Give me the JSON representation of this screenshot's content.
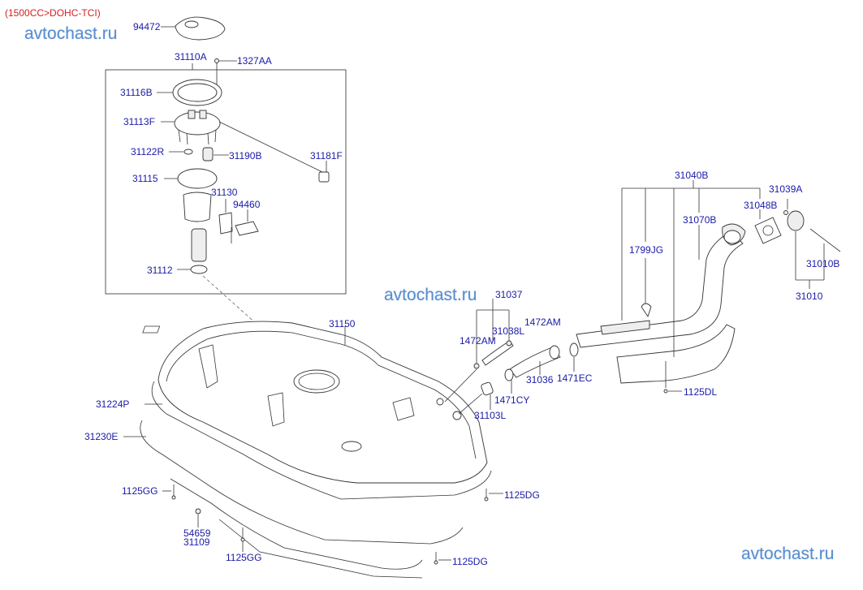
{
  "variant_note": "(1500CC>DOHC-TCI)",
  "watermark": "avtochast.ru",
  "colors": {
    "label": "#1a1aa8",
    "variant": "#d42020",
    "watermark": "#5b8fd0"
  },
  "labels": {
    "p94472": "94472",
    "p31110A": "31110A",
    "p1327AA": "1327AA",
    "p31116B": "31116B",
    "p31113F": "31113F",
    "p31122R": "31122R",
    "p31190B": "31190B",
    "p31181F": "31181F",
    "p31115": "31115",
    "p31130": "31130",
    "p94460": "94460",
    "p31112": "31112",
    "p31150": "31150",
    "p31224P": "31224P",
    "p31230E": "31230E",
    "p1125GG_a": "1125GG",
    "p54659": "54659",
    "p31109": "31109",
    "p1125GG_b": "1125GG",
    "p1125DG_a": "1125DG",
    "p1125DG_b": "1125DG",
    "p31037": "31037",
    "p1472AM_a": "1472AM",
    "p31038L": "31038L",
    "p1472AM_b": "1472AM",
    "p31036": "31036",
    "p1471EC": "1471EC",
    "p1471CY": "1471CY",
    "p31103L": "31103L",
    "p31040B": "31040B",
    "p31039A": "31039A",
    "p31048B": "31048B",
    "p31070B": "31070B",
    "p1799JG": "1799JG",
    "p31010B": "31010B",
    "p31010": "31010",
    "p1125DL": "1125DL"
  }
}
